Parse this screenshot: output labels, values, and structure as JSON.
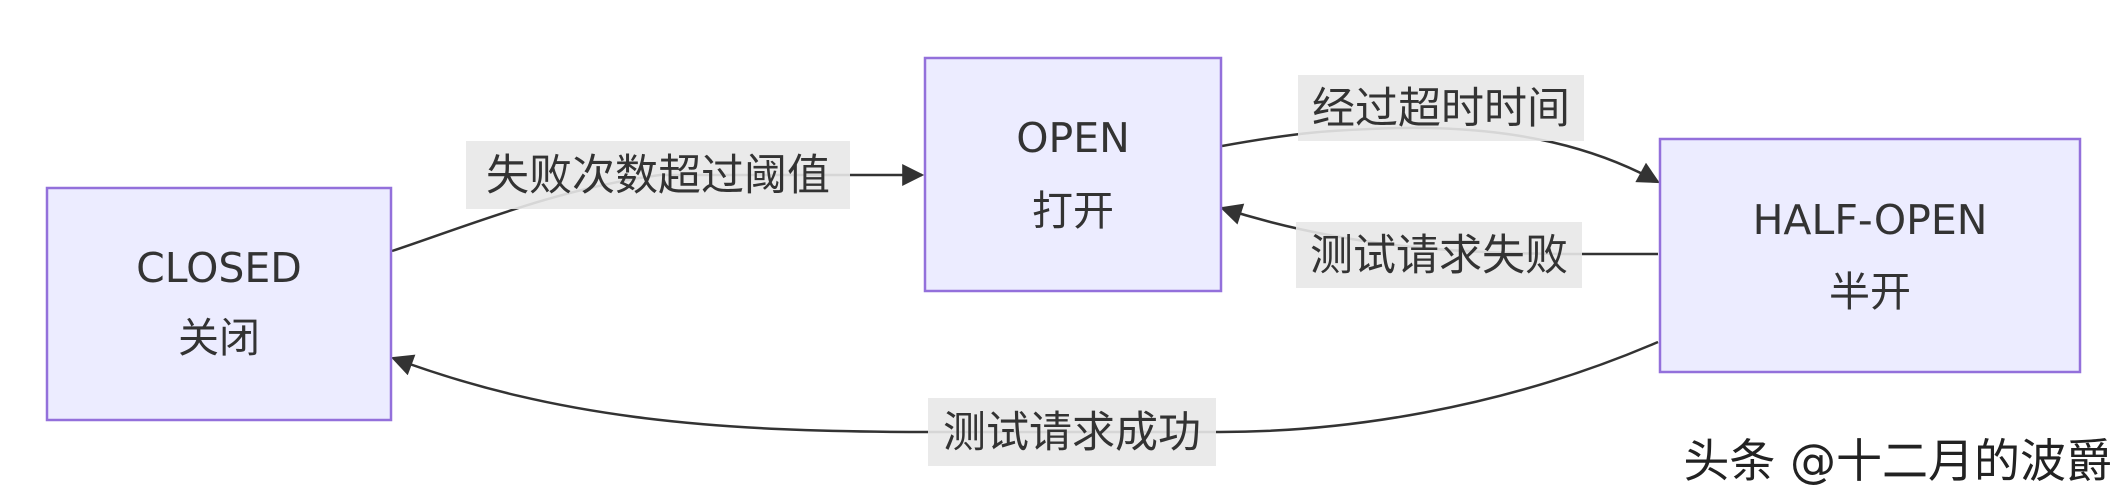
{
  "nodes": {
    "closed": {
      "line1": "CLOSED",
      "line2": "关闭"
    },
    "open": {
      "line1": "OPEN",
      "line2": "打开"
    },
    "half_open": {
      "line1": "HALF-OPEN",
      "line2": "半开"
    }
  },
  "edges": {
    "closed_to_open": "失败次数超过阈值",
    "open_to_half_open": "经过超时时间",
    "half_open_to_open": "测试请求失败",
    "half_open_to_closed": "测试请求成功"
  },
  "watermark": "头条 @十二月的波爵",
  "colors": {
    "node_fill": "#ECECFF",
    "node_stroke": "#9370DB",
    "edge": "#333333",
    "label_bg": "#E8E8E8"
  }
}
